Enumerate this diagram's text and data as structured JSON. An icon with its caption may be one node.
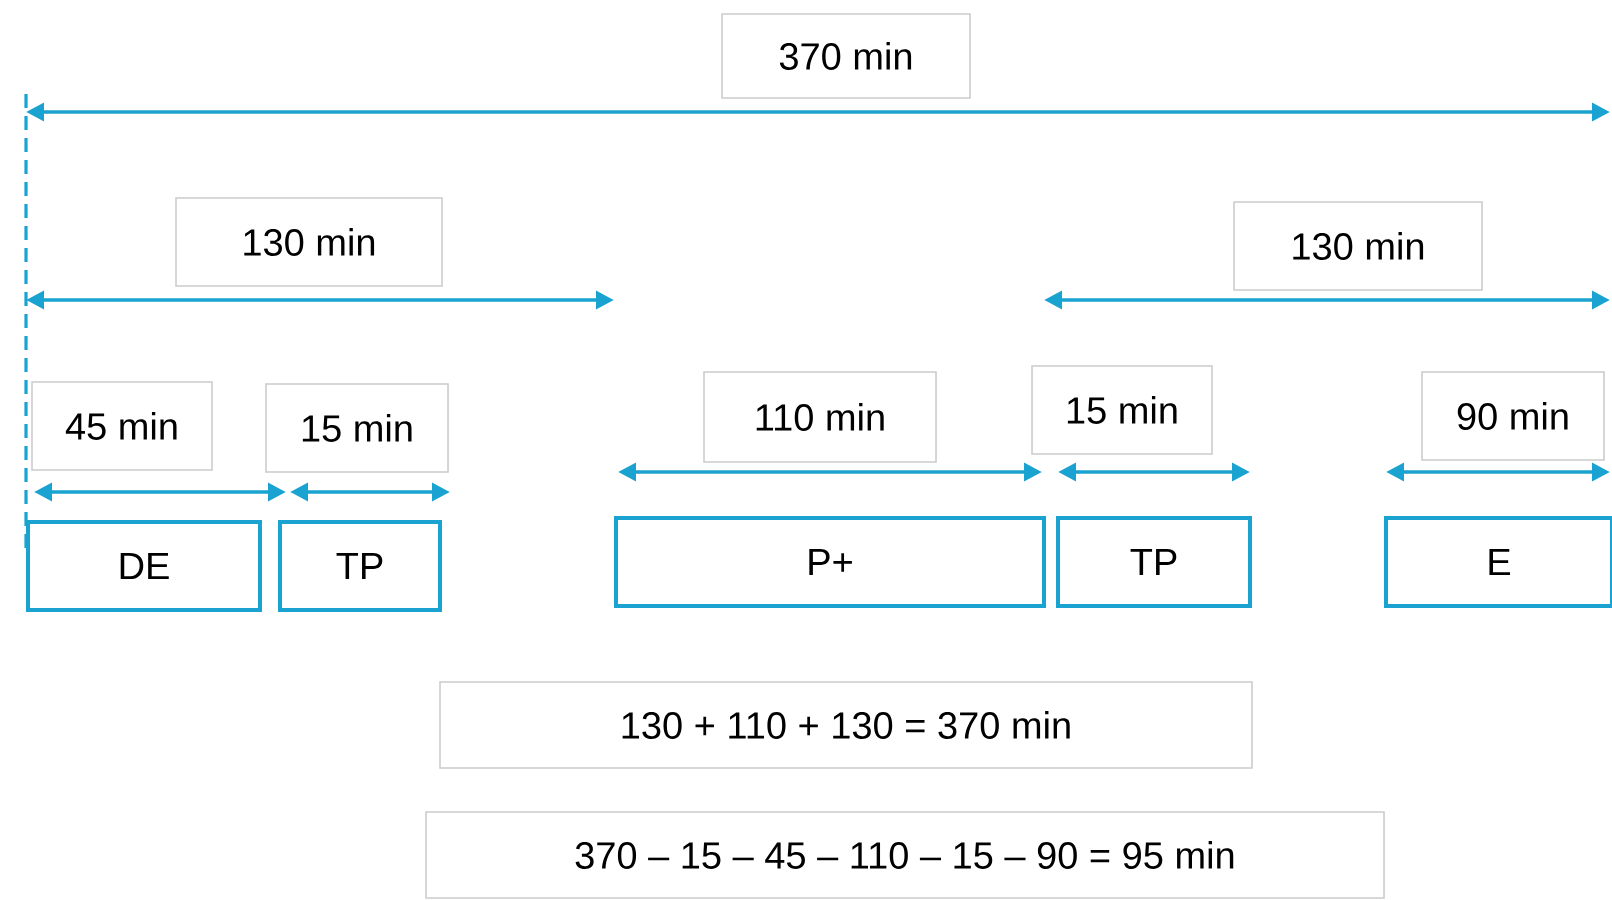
{
  "diagram": {
    "nodes": [
      {
        "text": [
          "370 min"
        ]
      },
      {
        "text": [
          "130 min"
        ]
      },
      {
        "text": [
          "130 min"
        ]
      },
      {
        "text": [
          "45 min"
        ]
      },
      {
        "text": [
          "15 min"
        ]
      },
      {
        "text": [
          "110 min"
        ]
      },
      {
        "text": [
          "15 min"
        ]
      },
      {
        "text": [
          "90 min"
        ]
      },
      {
        "text": [
          "DE"
        ]
      },
      {
        "text": [
          "TP"
        ]
      },
      {
        "text": [
          "P+"
        ]
      },
      {
        "text": [
          "TP"
        ]
      },
      {
        "text": [
          "E"
        ]
      },
      {
        "text": [
          "130 + 110 + 130 = 370 min"
        ]
      },
      {
        "text": [
          "370 – 15 – 45 – 110 – 15 – 90 = 95 min"
        ]
      }
    ]
  }
}
